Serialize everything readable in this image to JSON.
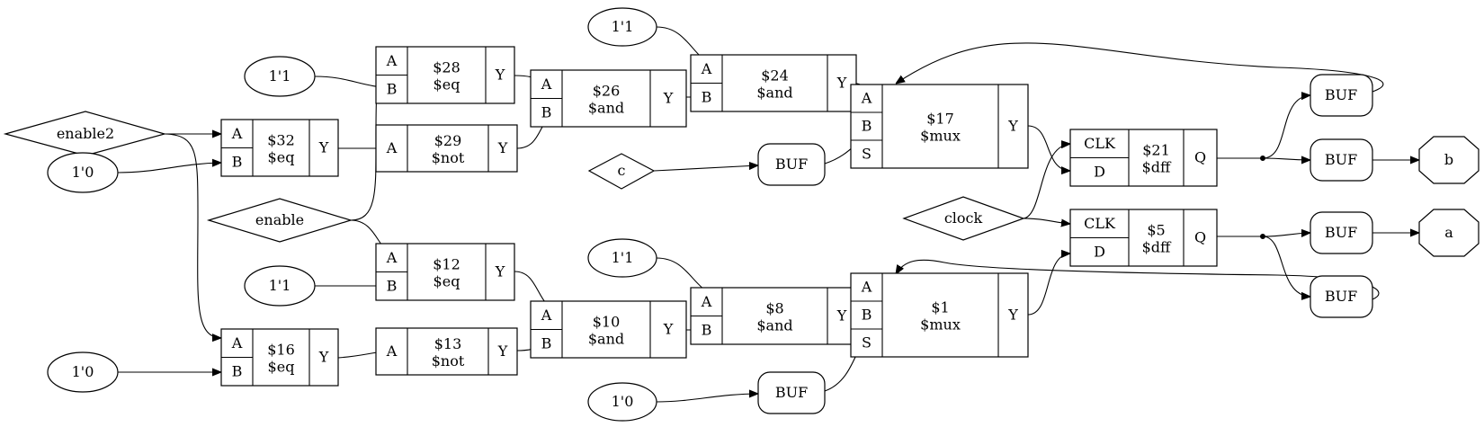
{
  "nodes": {
    "enable2": "enable2",
    "enable": "enable",
    "c": "c",
    "clock": "clock",
    "const_1_top": "1'1",
    "const_1_a": "1'1",
    "const_0_a": "1'0",
    "const_1_b": "1'1",
    "const_1_c": "1'1",
    "const_0_b": "1'0",
    "const_0_c": "1'0",
    "out_b": "b",
    "out_a": "a",
    "buf_c": "BUF",
    "buf_const0": "BUF",
    "buf_loop_top": "BUF",
    "buf_b": "BUF",
    "buf_a": "BUF",
    "buf_loop_bottom": "BUF"
  },
  "cells": {
    "c28": {
      "id": "$28",
      "type": "$eq",
      "ports_in": [
        "A",
        "B"
      ],
      "ports_out": [
        "Y"
      ]
    },
    "c32": {
      "id": "$32",
      "type": "$eq",
      "ports_in": [
        "A",
        "B"
      ],
      "ports_out": [
        "Y"
      ]
    },
    "c29": {
      "id": "$29",
      "type": "$not",
      "ports_in": [
        "A"
      ],
      "ports_out": [
        "Y"
      ]
    },
    "c26": {
      "id": "$26",
      "type": "$and",
      "ports_in": [
        "A",
        "B"
      ],
      "ports_out": [
        "Y"
      ]
    },
    "c24": {
      "id": "$24",
      "type": "$and",
      "ports_in": [
        "A",
        "B"
      ],
      "ports_out": [
        "Y"
      ]
    },
    "c17": {
      "id": "$17",
      "type": "$mux",
      "ports_in": [
        "A",
        "B",
        "S"
      ],
      "ports_out": [
        "Y"
      ]
    },
    "c21": {
      "id": "$21",
      "type": "$dff",
      "ports_in": [
        "CLK",
        "D"
      ],
      "ports_out": [
        "Q"
      ]
    },
    "c5": {
      "id": "$5",
      "type": "$dff",
      "ports_in": [
        "CLK",
        "D"
      ],
      "ports_out": [
        "Q"
      ]
    },
    "c12": {
      "id": "$12",
      "type": "$eq",
      "ports_in": [
        "A",
        "B"
      ],
      "ports_out": [
        "Y"
      ]
    },
    "c16": {
      "id": "$16",
      "type": "$eq",
      "ports_in": [
        "A",
        "B"
      ],
      "ports_out": [
        "Y"
      ]
    },
    "c13": {
      "id": "$13",
      "type": "$not",
      "ports_in": [
        "A"
      ],
      "ports_out": [
        "Y"
      ]
    },
    "c10": {
      "id": "$10",
      "type": "$and",
      "ports_in": [
        "A",
        "B"
      ],
      "ports_out": [
        "Y"
      ]
    },
    "c8": {
      "id": "$8",
      "type": "$and",
      "ports_in": [
        "A",
        "B"
      ],
      "ports_out": [
        "Y"
      ]
    },
    "c1": {
      "id": "$1",
      "type": "$mux",
      "ports_in": [
        "A",
        "B",
        "S"
      ],
      "ports_out": [
        "Y"
      ]
    }
  }
}
